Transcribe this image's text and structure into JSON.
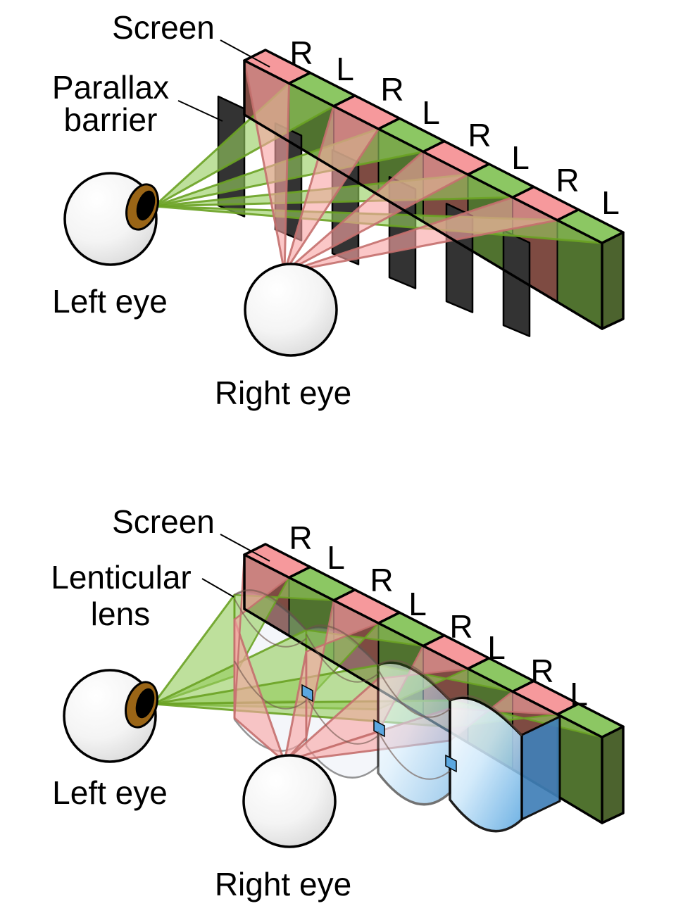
{
  "colors": {
    "background": "#ffffff",
    "pixel_r_top": "#f6999c",
    "pixel_l_top": "#8cc763",
    "pixel_r_front": "#7e4b42",
    "pixel_l_front": "#50722f",
    "screen_end": "#4c632e",
    "screen_outline": "#000000",
    "barrier_fill": "#333333",
    "cone_left_fill": "rgba(150,205,95,0.62)",
    "cone_left_stroke": "rgba(106,162,35,0.9)",
    "cone_right_fill": "rgba(248,165,165,0.62)",
    "cone_right_stroke": "rgba(196,112,110,0.9)",
    "lens_clear_fill": "rgba(205,215,230,0.22)",
    "lens_clear_stroke": "rgba(80,80,80,0.6)",
    "lens_blue_light": "#ffffff",
    "lens_blue_mid": "#cfe9fb",
    "lens_blue_deep": "#5aa7e0",
    "lens_side": "#4180b8",
    "lens_arc": "rgba(110,85,75,0.6)",
    "eye_outline": "#000000",
    "iris": "#9a6516",
    "pupil": "#000000",
    "label_color": "#000000"
  },
  "diagrams": [
    {
      "name": "parallax-barrier",
      "labels": {
        "screen": "Screen",
        "device_line1": "Parallax",
        "device_line2": "barrier",
        "left_eye": "Left eye",
        "right_eye": "Right eye"
      },
      "pixel_labels": [
        "R",
        "L",
        "R",
        "L",
        "R",
        "L",
        "R",
        "L"
      ]
    },
    {
      "name": "lenticular-lens",
      "labels": {
        "screen": "Screen",
        "device_line1": "Lenticular",
        "device_line2": "lens",
        "left_eye": "Left eye",
        "right_eye": "Right eye"
      },
      "pixel_labels": [
        "R",
        "L",
        "R",
        "L",
        "R",
        "L",
        "R",
        "L"
      ]
    }
  ]
}
